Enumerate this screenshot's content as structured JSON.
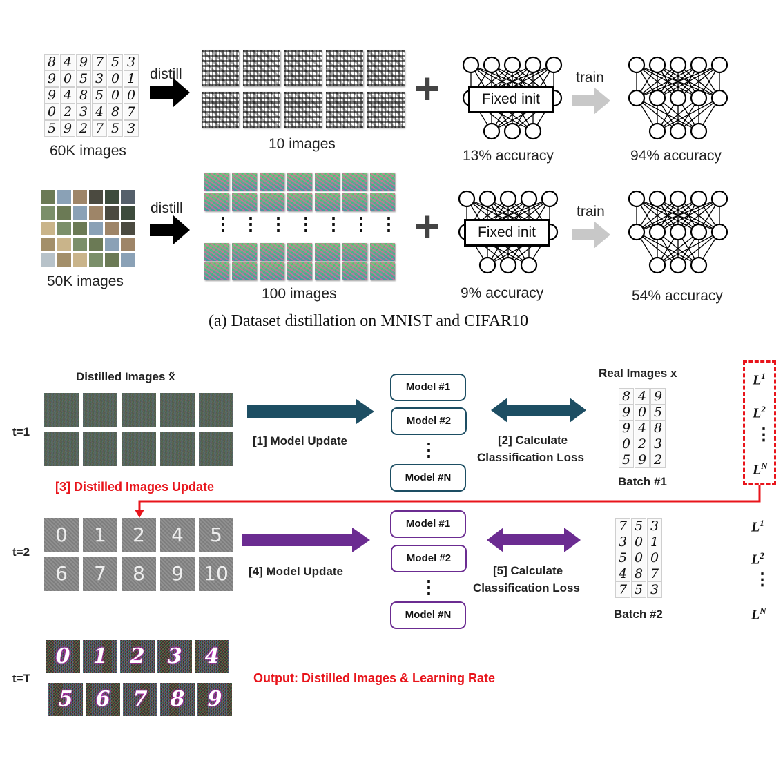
{
  "part_a": {
    "row1": {
      "source_digits": [
        [
          "8",
          "4",
          "9",
          "7",
          "5",
          "3"
        ],
        [
          "9",
          "0",
          "5",
          "3",
          "0",
          "1"
        ],
        [
          "9",
          "4",
          "8",
          "5",
          "0",
          "0"
        ],
        [
          "0",
          "2",
          "3",
          "4",
          "8",
          "7"
        ],
        [
          "5",
          "9",
          "2",
          "7",
          "5",
          "3"
        ]
      ],
      "source_label": "60K images",
      "distill_label": "distill",
      "distilled_label": "10 images",
      "init_label": "Fixed init",
      "init_accuracy": "13% accuracy",
      "train_label": "train",
      "trained_accuracy": "94% accuracy"
    },
    "row2": {
      "source_label": "50K images",
      "distill_label": "distill",
      "distilled_label": "100 images",
      "init_label": "Fixed init",
      "init_accuracy": "9% accuracy",
      "train_label": "train",
      "trained_accuracy": "54% accuracy"
    },
    "plus_symbol": "+",
    "caption": "(a) Dataset distillation on MNIST and CIFAR10"
  },
  "part_b": {
    "distilled_header": "Distilled Images x̃",
    "real_header": "Real Images x",
    "colors": {
      "teal": "#1d4e63",
      "purple": "#6b2c91",
      "red": "#e8141b"
    },
    "step1": {
      "time_label": "t=1",
      "model_update": "[1] Model Update",
      "calc_line1": "[2] Calculate",
      "calc_line2": "Classification Loss",
      "models": [
        "Model #1",
        "Model #2",
        "Model #N"
      ],
      "batch_digits": [
        [
          "8",
          "4",
          "9"
        ],
        [
          "9",
          "0",
          "5"
        ],
        [
          "9",
          "4",
          "8"
        ],
        [
          "0",
          "2",
          "3"
        ],
        [
          "5",
          "9",
          "2"
        ]
      ],
      "batch_label": "Batch #1",
      "losses": [
        {
          "base": "L",
          "sup": "1"
        },
        {
          "base": "L",
          "sup": "2"
        },
        {
          "base": "L",
          "sup": "N"
        }
      ]
    },
    "update_label": "[3] Distilled Images Update",
    "step2": {
      "time_label": "t=2",
      "digit_tiles": [
        "0",
        "1",
        "2",
        "4",
        "5",
        "6",
        "7",
        "8",
        "9",
        "10"
      ],
      "model_update": "[4] Model Update",
      "calc_line1": "[5] Calculate",
      "calc_line2": "Classification Loss",
      "models": [
        "Model #1",
        "Model #2",
        "Model #N"
      ],
      "batch_digits": [
        [
          "7",
          "5",
          "3"
        ],
        [
          "3",
          "0",
          "1"
        ],
        [
          "5",
          "0",
          "0"
        ],
        [
          "4",
          "8",
          "7"
        ],
        [
          "7",
          "5",
          "3"
        ]
      ],
      "batch_label": "Batch #2",
      "losses": [
        {
          "base": "L",
          "sup": "1"
        },
        {
          "base": "L",
          "sup": "2"
        },
        {
          "base": "L",
          "sup": "N"
        }
      ]
    },
    "final": {
      "time_label": "t=T",
      "tiles": [
        "0",
        "1",
        "2",
        "3",
        "4",
        "5",
        "6",
        "7",
        "8",
        "9"
      ],
      "output_label": "Output: Distilled Images & Learning Rate"
    },
    "vdots": "⋮"
  }
}
